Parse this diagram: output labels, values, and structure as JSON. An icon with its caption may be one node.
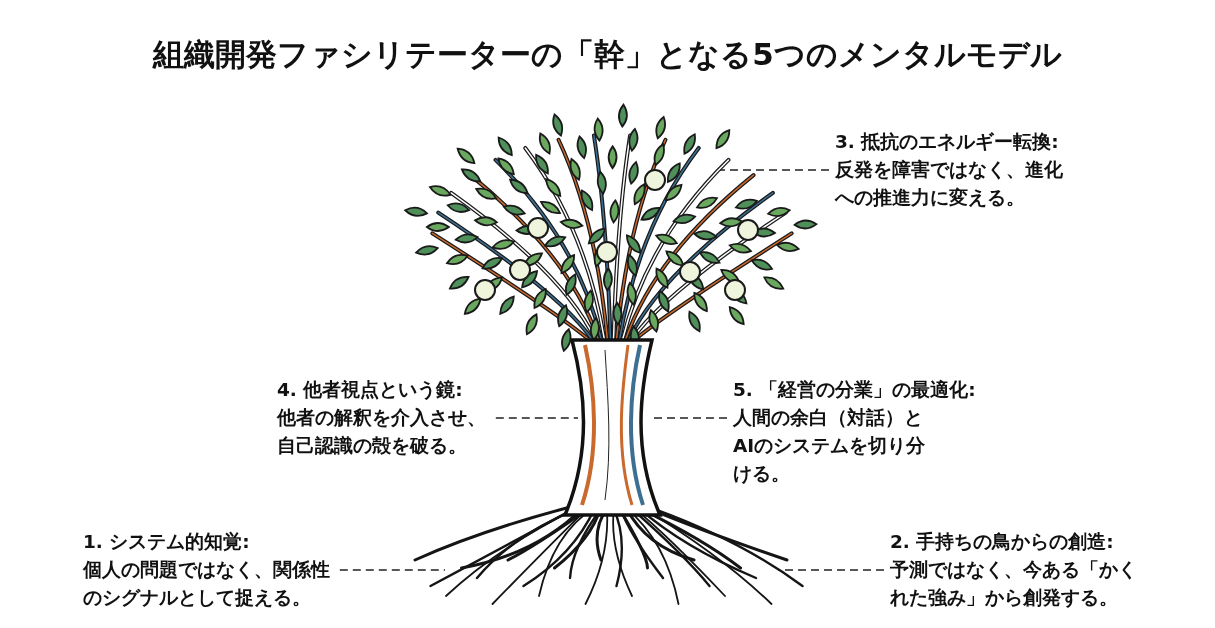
{
  "diagram": {
    "title": "組織開発ファシリテーターの「幹」となる5つのメンタルモデル",
    "nodes": [
      {
        "text": [
          "3. 抵抗のエネルギー転換:",
          "反発を障害ではなく、進化への推進力に変える。"
        ]
      },
      {
        "text": [
          "4. 他者視点という鏡:",
          "他者の解釈を介入させ、自己認識の殻を破る。"
        ]
      },
      {
        "text": [
          "5. 「経営の分業」の最適化:",
          "人間の余白（対話）とAIのシステムを切り分ける。"
        ]
      },
      {
        "text": [
          "1. システム的知覚:",
          "個人の問題ではなく、関係性のシグナルとして捉える。"
        ]
      },
      {
        "text": [
          "2. 手持ちの鳥からの創造:",
          "予測ではなく、今ある「かくれた強み」から創発する。"
        ]
      }
    ],
    "edges": [
      {
        "from": 0,
        "to": null,
        "arrow": "none",
        "style": "dashed"
      },
      {
        "from": 1,
        "to": null,
        "arrow": "none",
        "style": "dashed"
      },
      {
        "from": 2,
        "to": null,
        "arrow": "none",
        "style": "dashed"
      },
      {
        "from": 3,
        "to": null,
        "arrow": "none",
        "style": "dashed"
      },
      {
        "from": 4,
        "to": null,
        "arrow": "none",
        "style": "dashed"
      }
    ]
  }
}
